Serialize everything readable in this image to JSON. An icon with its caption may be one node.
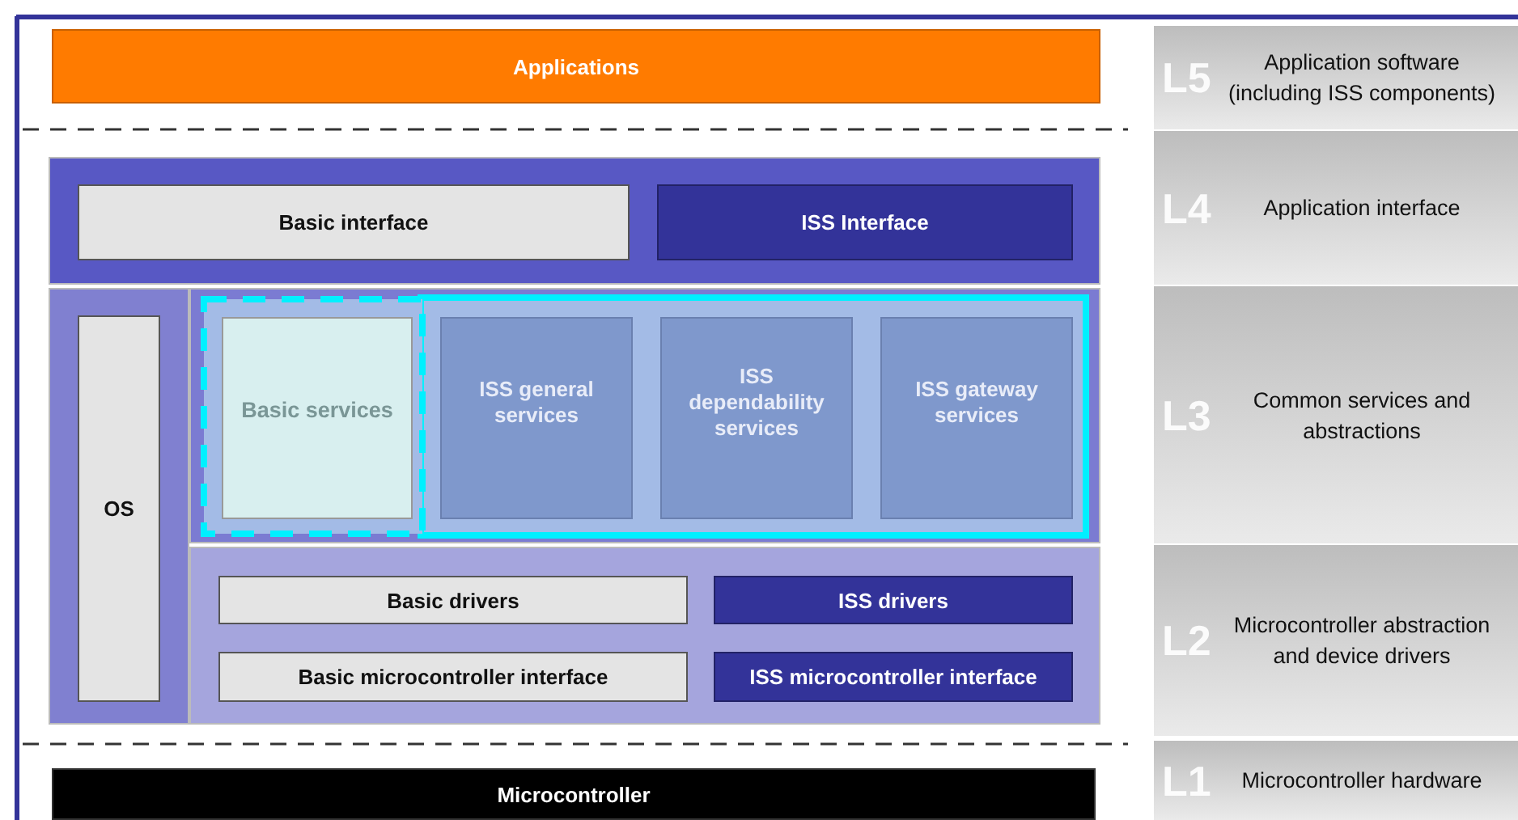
{
  "diagram": {
    "nodes": [
      {
        "text": [
          "Applications"
        ]
      },
      {
        "text": [],
        "shape": "box"
      },
      {
        "text": [
          "Basic  interface"
        ],
        "in": 1
      },
      {
        "text": [
          "ISS Interface"
        ],
        "in": 1
      },
      {
        "text": [],
        "shape": "box"
      },
      {
        "text": [
          "OS"
        ],
        "in": 4
      },
      {
        "text": [],
        "shape": "box"
      },
      {
        "text": [
          "Basic services"
        ],
        "in": 6
      },
      {
        "text": [
          "ISS general services"
        ],
        "in": 6
      },
      {
        "text": [
          "ISS dependability services"
        ],
        "in": 6
      },
      {
        "text": [
          "ISS gateway services"
        ],
        "in": 6
      },
      {
        "text": [],
        "shape": "box"
      },
      {
        "text": [
          "Basic  drivers"
        ],
        "in": 11
      },
      {
        "text": [
          "ISS drivers"
        ],
        "in": 11
      },
      {
        "text": [
          "Basic microcontroller interface"
        ],
        "in": 11
      },
      {
        "text": [
          "ISS microcontroller interface"
        ],
        "in": 11
      },
      {
        "text": [
          "Microcontroller"
        ]
      },
      {
        "text": [
          "L5",
          "Application software (including ISS components)"
        ]
      },
      {
        "text": [
          "L4",
          "Application interface"
        ]
      },
      {
        "text": [
          "L3",
          "Common services and abstractions"
        ]
      },
      {
        "text": [
          "L2",
          "Microcontroller abstraction and device drivers"
        ]
      },
      {
        "text": [
          "L1",
          "Microcontroller hardware"
        ]
      }
    ]
  }
}
